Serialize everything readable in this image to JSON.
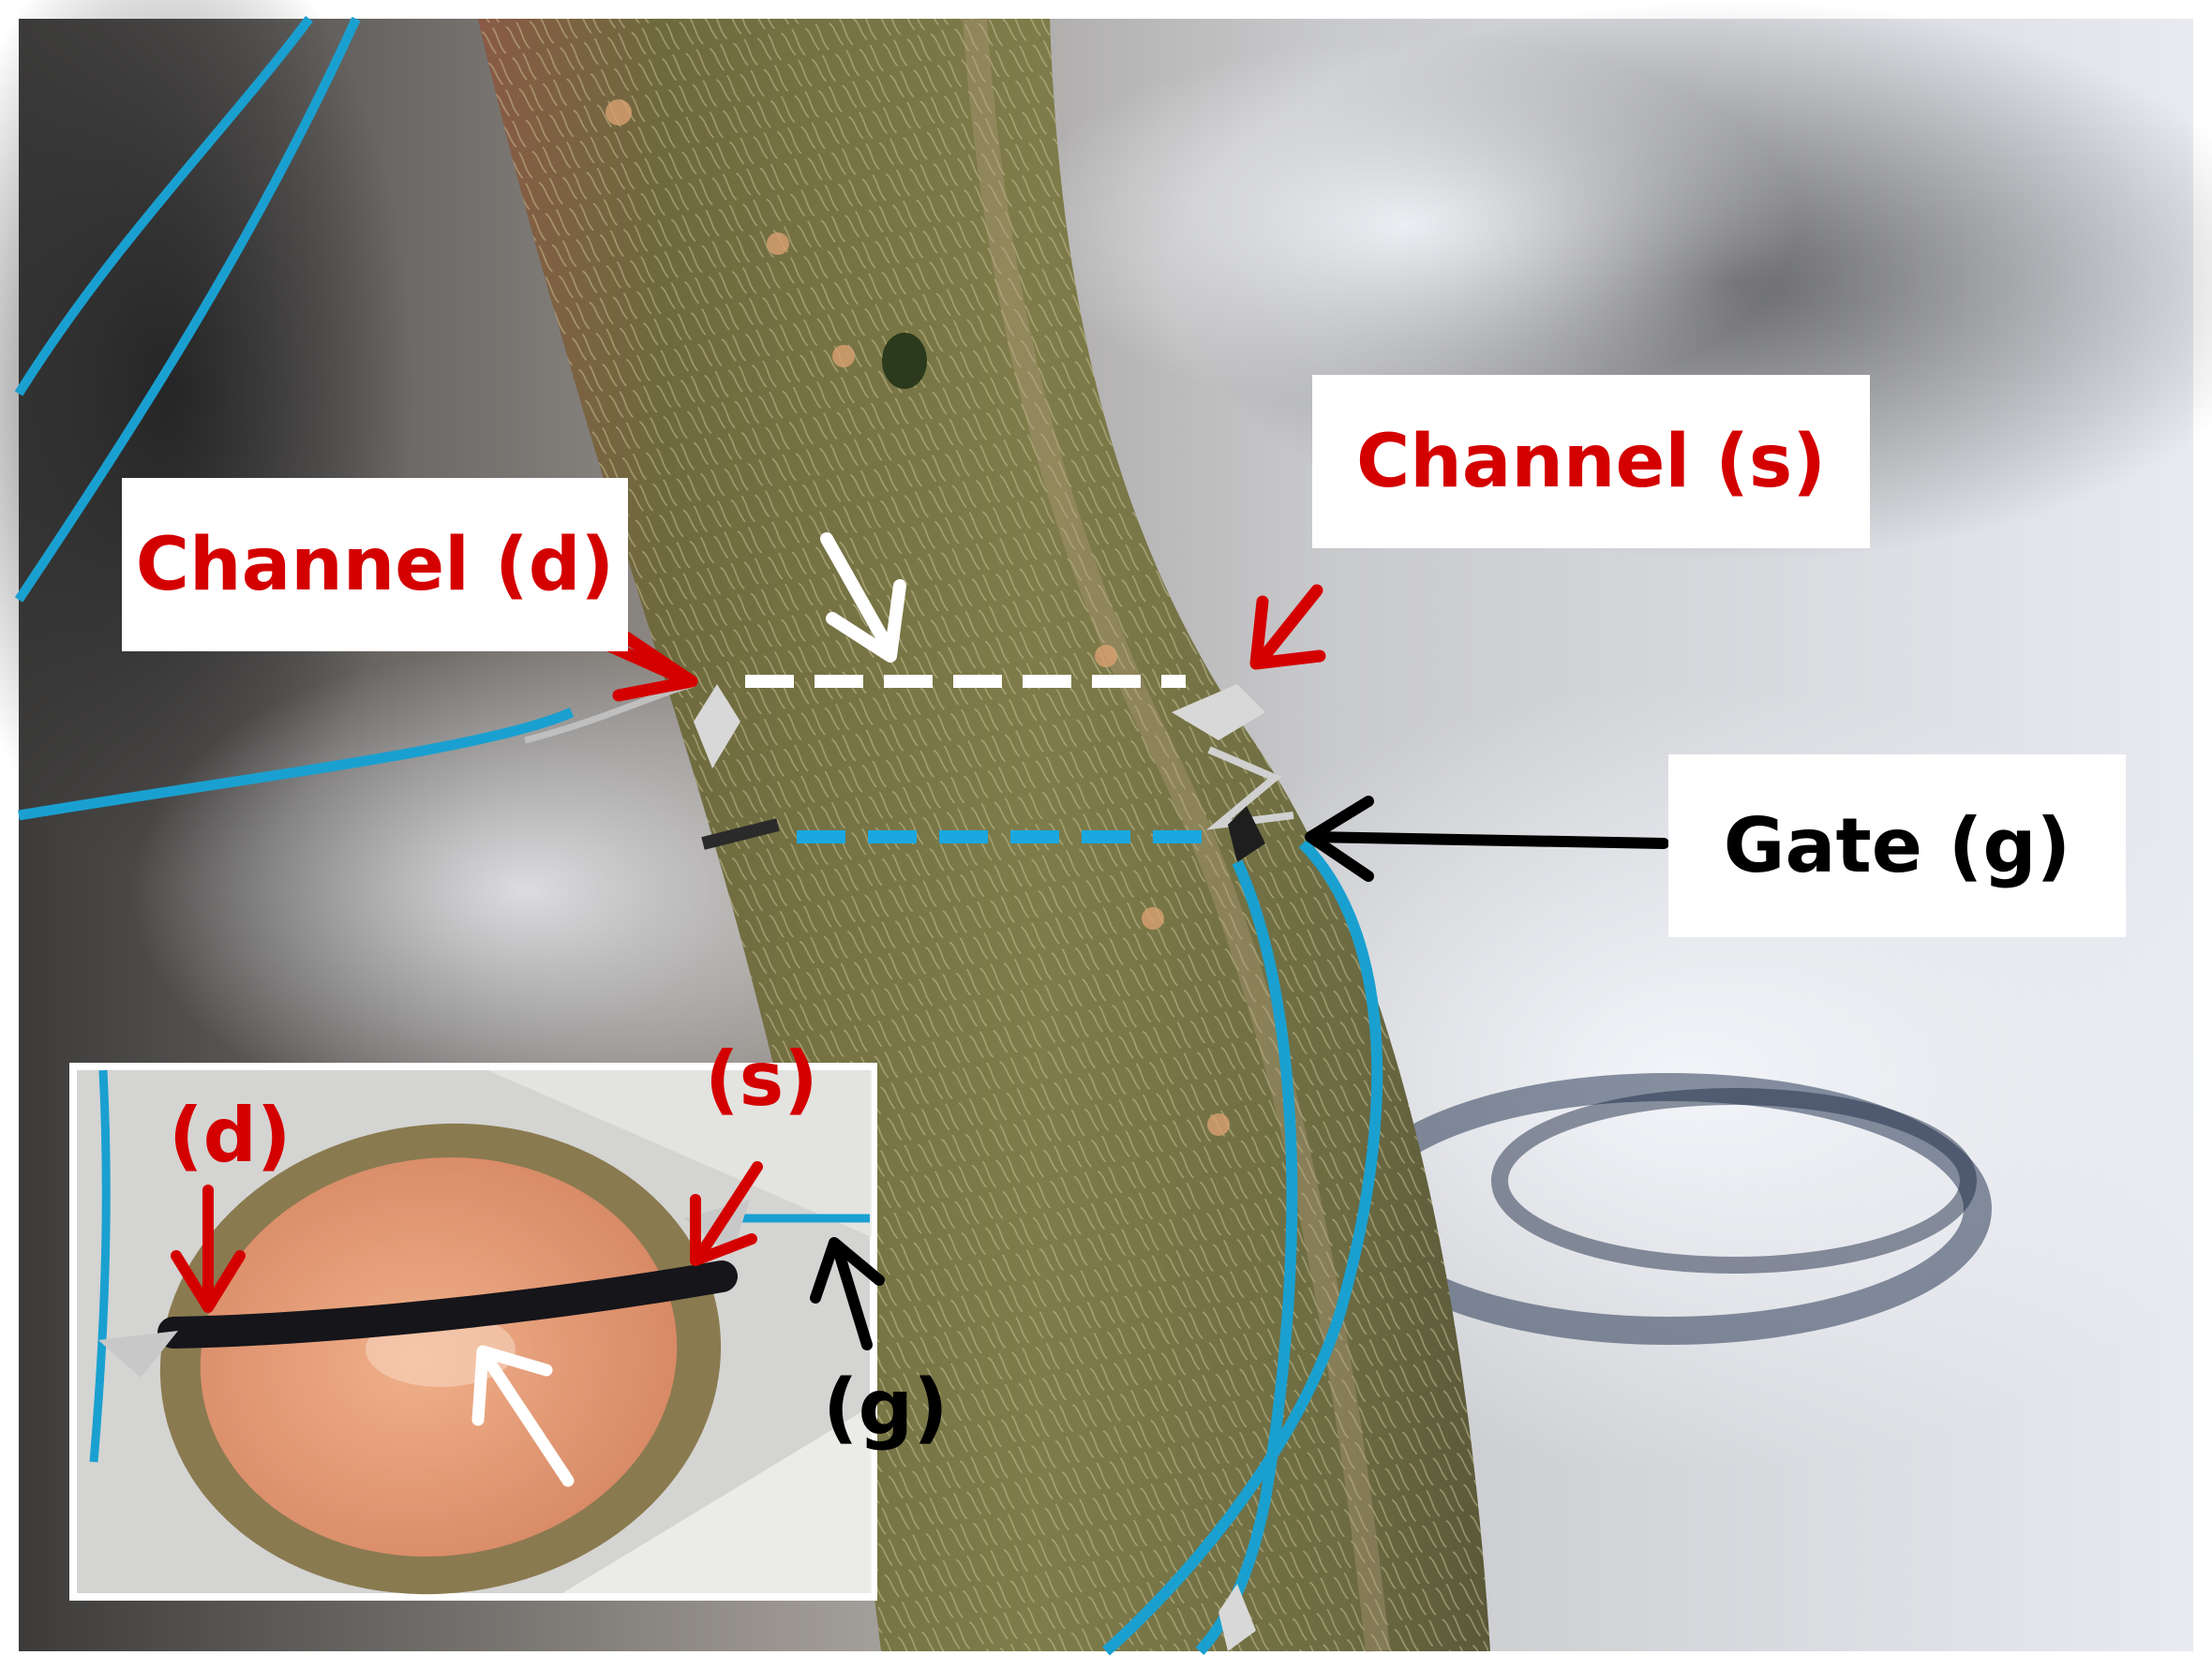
{
  "labels": {
    "channel_d": "Channel (d)",
    "channel_s": "Channel (s)",
    "gate_g": "Gate (g)"
  },
  "inset": {
    "d": "(d)",
    "s": "(s)",
    "g": "(g)"
  },
  "colors": {
    "annotation_red": "#d40000",
    "annotation_black": "#000000",
    "annotation_white": "#ffffff",
    "wire_blue": "#1aa0d0",
    "gate_dash_blue": "#1aa8e0",
    "stem_green": "#7a7a48",
    "wood_core": "#e8a07a"
  }
}
